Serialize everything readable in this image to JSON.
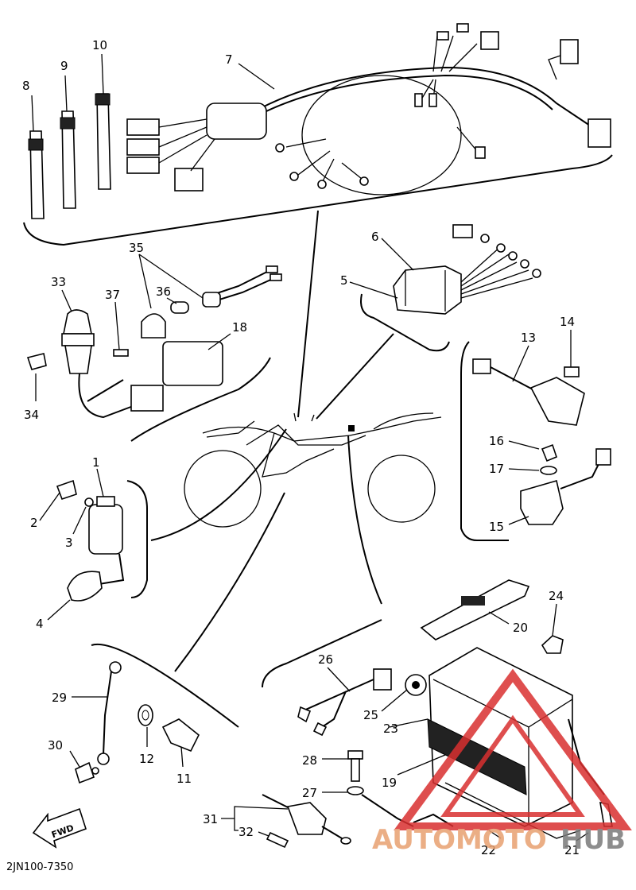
{
  "diagram": {
    "code": "2JN100-7350",
    "fwd_label": "FWD",
    "watermark": {
      "text_a": "AUTOMOTO",
      "text_b": "HUB",
      "color_a": "#e8a070",
      "color_b": "#7a7a7a",
      "triangle_color": "#d93030"
    },
    "callouts": [
      {
        "id": "c1",
        "n": "1"
      },
      {
        "id": "c2",
        "n": "2"
      },
      {
        "id": "c3",
        "n": "3"
      },
      {
        "id": "c4",
        "n": "4"
      },
      {
        "id": "c5",
        "n": "5"
      },
      {
        "id": "c6",
        "n": "6"
      },
      {
        "id": "c7",
        "n": "7"
      },
      {
        "id": "c8",
        "n": "8"
      },
      {
        "id": "c9",
        "n": "9"
      },
      {
        "id": "c10",
        "n": "10"
      },
      {
        "id": "c11",
        "n": "11"
      },
      {
        "id": "c12",
        "n": "12"
      },
      {
        "id": "c13",
        "n": "13"
      },
      {
        "id": "c14",
        "n": "14"
      },
      {
        "id": "c15",
        "n": "15"
      },
      {
        "id": "c16",
        "n": "16"
      },
      {
        "id": "c17",
        "n": "17"
      },
      {
        "id": "c18",
        "n": "18"
      },
      {
        "id": "c19",
        "n": "19"
      },
      {
        "id": "c20",
        "n": "20"
      },
      {
        "id": "c21",
        "n": "21"
      },
      {
        "id": "c22",
        "n": "22"
      },
      {
        "id": "c23",
        "n": "23"
      },
      {
        "id": "c24",
        "n": "24"
      },
      {
        "id": "c25",
        "n": "25"
      },
      {
        "id": "c26",
        "n": "26"
      },
      {
        "id": "c27",
        "n": "27"
      },
      {
        "id": "c28",
        "n": "28"
      },
      {
        "id": "c29",
        "n": "29"
      },
      {
        "id": "c30",
        "n": "30"
      },
      {
        "id": "c31",
        "n": "31"
      },
      {
        "id": "c32",
        "n": "32"
      },
      {
        "id": "c33",
        "n": "33"
      },
      {
        "id": "c34",
        "n": "34"
      },
      {
        "id": "c35",
        "n": "35"
      },
      {
        "id": "c36",
        "n": "36"
      },
      {
        "id": "c37",
        "n": "37"
      }
    ]
  }
}
